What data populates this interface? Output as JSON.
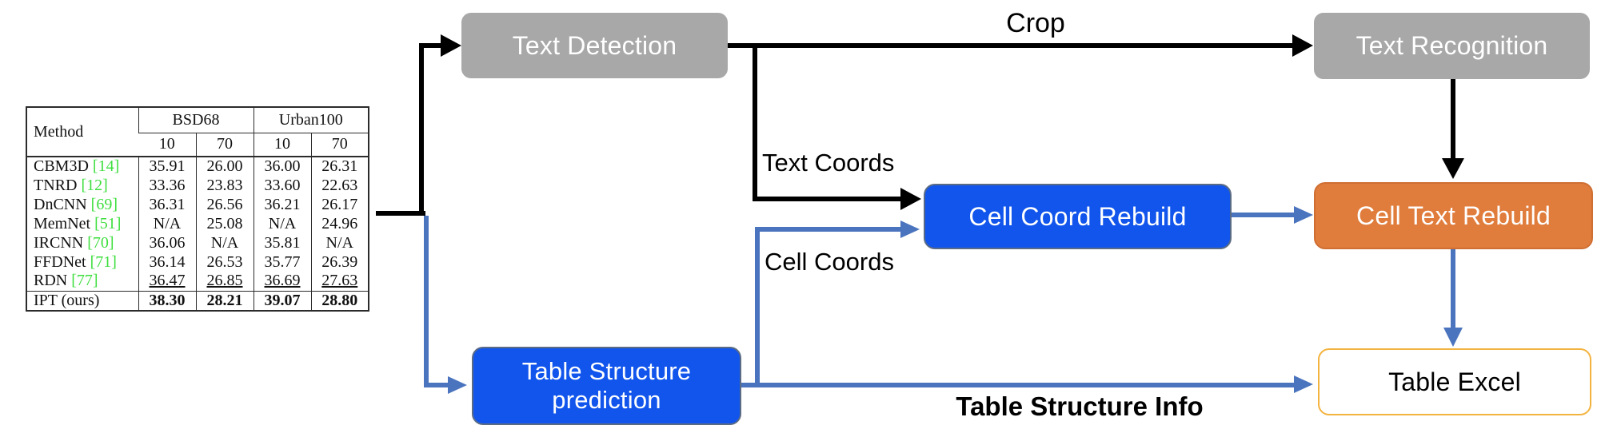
{
  "diagram": {
    "nodes": {
      "text_detection": {
        "label": "Text Detection",
        "fill": "#a8a8a8",
        "text_color": "#ffffff"
      },
      "text_recognition": {
        "label": "Text Recognition",
        "fill": "#a8a8a8",
        "text_color": "#ffffff"
      },
      "cell_coord_rebuild": {
        "label": "Cell Coord Rebuild",
        "fill": "#1155ec",
        "text_color": "#ffffff"
      },
      "cell_text_rebuild": {
        "label": "Cell Text Rebuild",
        "fill": "#e07c3c",
        "text_color": "#ffffff"
      },
      "table_structure_prediction": {
        "label_line1": "Table Structure",
        "label_line2": "prediction",
        "fill": "#1155ec",
        "text_color": "#ffffff"
      },
      "table_excel": {
        "label": "Table Excel",
        "fill": "#ffffff",
        "border_color": "#f3b33f",
        "text_color": "#000000"
      }
    },
    "edge_labels": {
      "crop": "Crop",
      "text_coords": "Text Coords",
      "cell_coords": "Cell Coords",
      "table_structure_info": "Table Structure Info"
    },
    "colors": {
      "black_edge": "#000000",
      "blue_edge": "#4b74bf"
    }
  },
  "table": {
    "col_header_row1": {
      "method": "Method",
      "group1": "BSD68",
      "group2": "Urban100"
    },
    "col_header_row2": [
      "10",
      "70",
      "10",
      "70"
    ],
    "cite_color": "#3ede3e",
    "rows": [
      {
        "method": "CBM3D",
        "cite": "[14]",
        "values": [
          "35.91",
          "26.00",
          "36.00",
          "26.31"
        ],
        "style": "normal"
      },
      {
        "method": "TNRD",
        "cite": "[12]",
        "values": [
          "33.36",
          "23.83",
          "33.60",
          "22.63"
        ],
        "style": "normal"
      },
      {
        "method": "DnCNN",
        "cite": "[69]",
        "values": [
          "36.31",
          "26.56",
          "36.21",
          "26.17"
        ],
        "style": "normal"
      },
      {
        "method": "MemNet",
        "cite": "[51]",
        "values": [
          "N/A",
          "25.08",
          "N/A",
          "24.96"
        ],
        "style": "normal"
      },
      {
        "method": "IRCNN",
        "cite": "[70]",
        "values": [
          "36.06",
          "N/A",
          "35.81",
          "N/A"
        ],
        "style": "normal"
      },
      {
        "method": "FFDNet",
        "cite": "[71]",
        "values": [
          "36.14",
          "26.53",
          "35.77",
          "26.39"
        ],
        "style": "normal"
      },
      {
        "method": "RDN",
        "cite": "[77]",
        "values": [
          "36.47",
          "26.85",
          "36.69",
          "27.63"
        ],
        "style": "underline"
      },
      {
        "method": "IPT (ours)",
        "cite": "",
        "values": [
          "38.30",
          "28.21",
          "39.07",
          "28.80"
        ],
        "style": "bold"
      }
    ]
  }
}
